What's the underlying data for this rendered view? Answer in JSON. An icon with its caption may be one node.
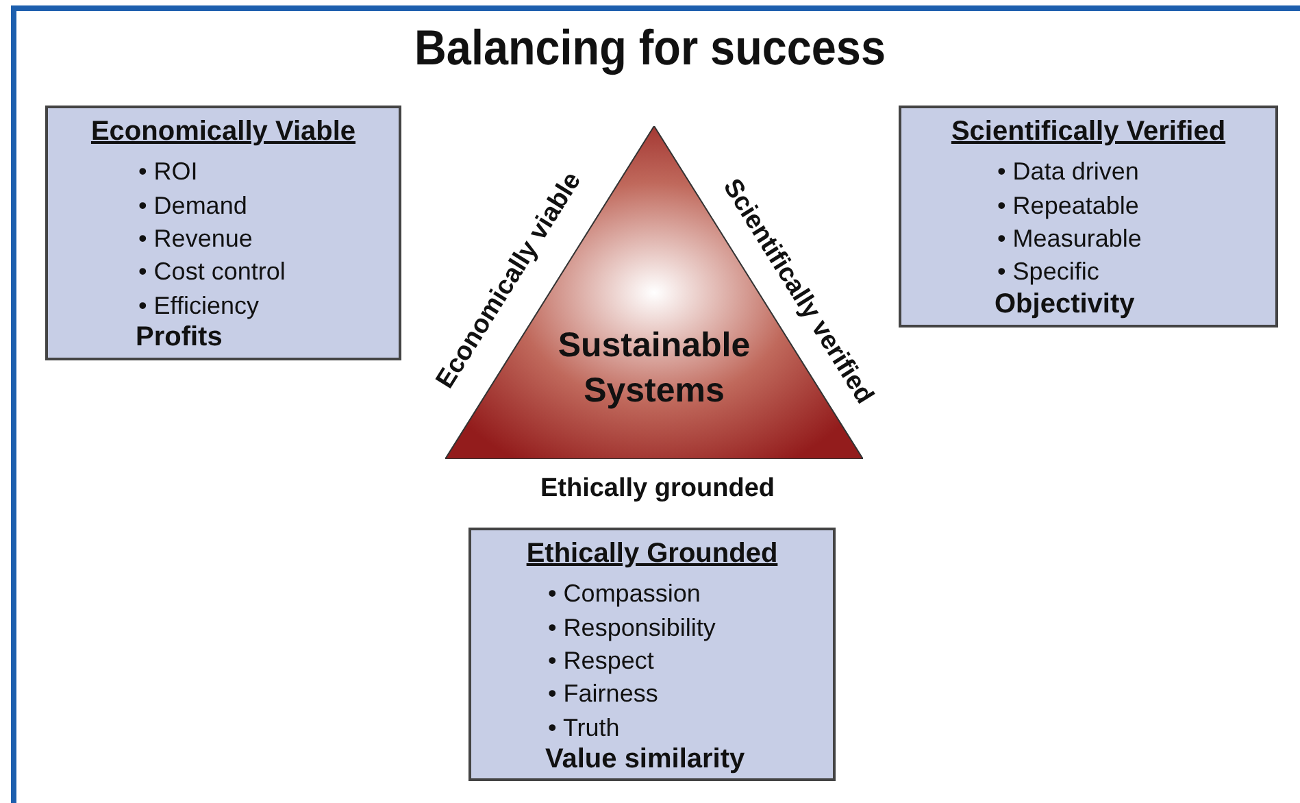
{
  "diagram": {
    "title": "Balancing for success",
    "nodes": [
      {
        "text": [
          "Economically Viable",
          "• ROI",
          "• Demand",
          "• Revenue",
          "• Cost control",
          "• Efficiency",
          "Profits"
        ]
      },
      {
        "text": [
          "Scientifically Verified",
          "• Data driven",
          "• Repeatable",
          "• Measurable",
          "• Specific",
          "Objectivity"
        ]
      },
      {
        "text": [
          "Sustainable Systems"
        ],
        "beside": [
          "Economically viable",
          "Scientifically verified",
          "Ethically grounded"
        ]
      },
      {
        "text": [
          "Ethically Grounded",
          "• Compassion",
          "• Responsibility",
          "• Respect",
          "• Fairness",
          "• Truth",
          "Value similarity"
        ]
      }
    ]
  }
}
